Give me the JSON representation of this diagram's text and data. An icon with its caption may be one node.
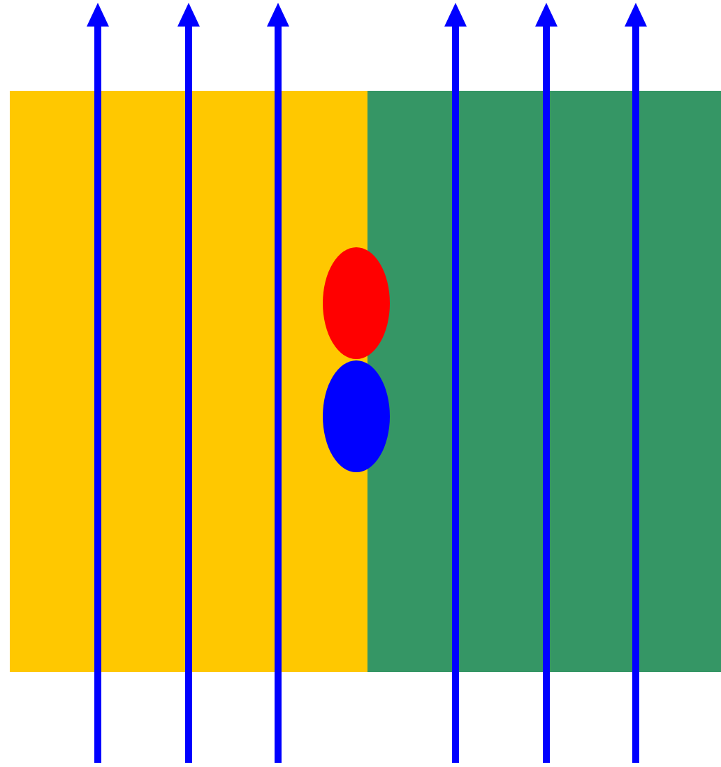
{
  "diagram": {
    "nodes": [
      {
        "text": [],
        "shape": "box"
      },
      {
        "text": [],
        "shape": "box"
      },
      {
        "text": [],
        "shape": "ellipse"
      },
      {
        "text": [],
        "shape": "ellipse"
      }
    ]
  }
}
